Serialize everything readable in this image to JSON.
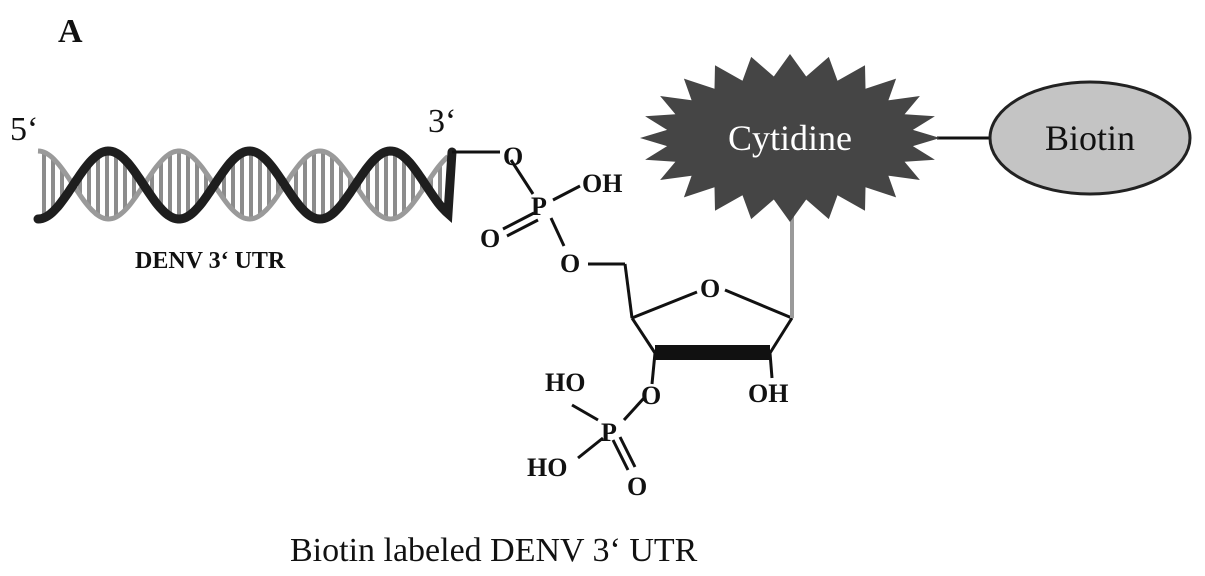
{
  "panel_label": "A",
  "strand": {
    "five_prime": "5‘",
    "three_prime": "3‘",
    "name": "DENV 3‘ UTR"
  },
  "phosphate_top": {
    "o_link": "O",
    "p": "P",
    "oh": "OH",
    "o_double": "O",
    "o_bottom": "O"
  },
  "sugar": {
    "ring_o": "O",
    "oh": "OH",
    "o3": "O"
  },
  "phosphate_bottom": {
    "ho1": "HO",
    "p": "P",
    "ho2": "HO",
    "o_double": "O"
  },
  "cytidine": {
    "label": "Cytidine",
    "color": "#454545",
    "text_color": "#ffffff"
  },
  "biotin": {
    "label": "Biotin",
    "color": "#c4c4c4"
  },
  "caption": "Biotin labeled DENV 3‘ UTR"
}
